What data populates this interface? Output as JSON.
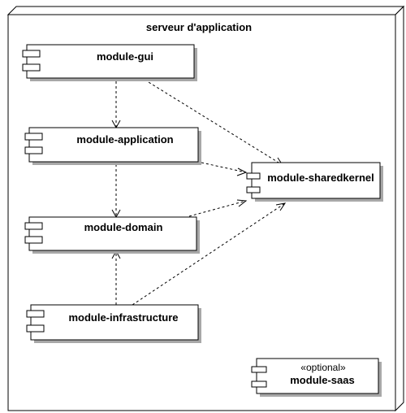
{
  "node": {
    "title": "serveur d'application"
  },
  "components": {
    "gui": {
      "name": "module-gui"
    },
    "application": {
      "name": "module-application"
    },
    "domain": {
      "name": "module-domain"
    },
    "infrastructure": {
      "name": "module-infrastructure"
    },
    "sharedkernel": {
      "name": "module-sharedkernel"
    },
    "saas": {
      "name": "module-saas",
      "stereotype": "«optional»"
    }
  },
  "dependencies": [
    {
      "from": "module-gui",
      "to": "module-application"
    },
    {
      "from": "module-gui",
      "to": "module-sharedkernel"
    },
    {
      "from": "module-application",
      "to": "module-domain"
    },
    {
      "from": "module-application",
      "to": "module-sharedkernel"
    },
    {
      "from": "module-domain",
      "to": "module-sharedkernel"
    },
    {
      "from": "module-infrastructure",
      "to": "module-domain"
    },
    {
      "from": "module-infrastructure",
      "to": "module-sharedkernel"
    }
  ]
}
